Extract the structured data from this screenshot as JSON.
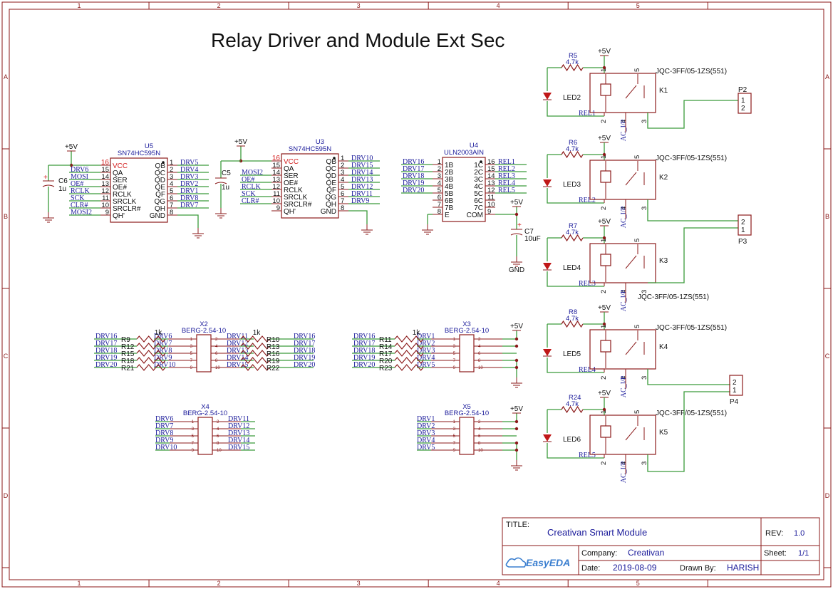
{
  "title": "Relay Driver and Module Ext Sec",
  "border": {
    "cols": [
      "1",
      "2",
      "3",
      "4",
      "5"
    ],
    "rows": [
      "A",
      "B",
      "C",
      "D"
    ]
  },
  "title_block": {
    "title_label": "TITLE:",
    "title_value": "Creativan Smart Module",
    "rev_label": "REV:",
    "rev_value": "1.0",
    "company_label": "Company:",
    "company_value": "Creativan",
    "sheet_label": "Sheet:",
    "sheet_value": "1/1",
    "date_label": "Date:",
    "date_value": "2019-08-09",
    "drawn_label": "Drawn By:",
    "drawn_value": "HARISH",
    "logo_text": "EasyEDA"
  },
  "u5": {
    "ref": "U5",
    "part": "SN74HC595N",
    "left_pins": [
      {
        "num": "16",
        "name": "VCC",
        "net": "",
        "red": true
      },
      {
        "num": "15",
        "name": "QA",
        "net": "DRV6"
      },
      {
        "num": "14",
        "name": "SER",
        "net": "MOSI"
      },
      {
        "num": "13",
        "name": "OE#",
        "net": "OE#"
      },
      {
        "num": "12",
        "name": "RCLK",
        "net": "RCLK"
      },
      {
        "num": "11",
        "name": "SRCLK",
        "net": "SCK"
      },
      {
        "num": "10",
        "name": "SRCLR#",
        "net": "CLR#"
      },
      {
        "num": "9",
        "name": "QH'",
        "net": "MOSI2"
      }
    ],
    "right_pins": [
      {
        "num": "1",
        "name": "QB",
        "net": "DRV5"
      },
      {
        "num": "2",
        "name": "QC",
        "net": "DRV4"
      },
      {
        "num": "3",
        "name": "QD",
        "net": "DRV3"
      },
      {
        "num": "4",
        "name": "QE",
        "net": "DRV2"
      },
      {
        "num": "5",
        "name": "QF",
        "net": "DRV1"
      },
      {
        "num": "6",
        "name": "QG",
        "net": "DRV8"
      },
      {
        "num": "7",
        "name": "QH",
        "net": "DRV7"
      },
      {
        "num": "8",
        "name": "GND",
        "net": ""
      }
    ],
    "power": "+5V"
  },
  "c6": {
    "ref": "C6",
    "value": "1u"
  },
  "u3": {
    "ref": "U3",
    "part": "SN74HC595N",
    "left_pins": [
      {
        "num": "16",
        "name": "VCC",
        "net": "",
        "red": true
      },
      {
        "num": "15",
        "name": "QA",
        "net": ""
      },
      {
        "num": "14",
        "name": "SER",
        "net": "MOSI2"
      },
      {
        "num": "13",
        "name": "OE#",
        "net": "OE#"
      },
      {
        "num": "12",
        "name": "RCLK",
        "net": "RCLK"
      },
      {
        "num": "11",
        "name": "SRCLK",
        "net": "SCK"
      },
      {
        "num": "10",
        "name": "SRCLR#",
        "net": "CLR#"
      },
      {
        "num": "9",
        "name": "QH'",
        "net": ""
      }
    ],
    "right_pins": [
      {
        "num": "1",
        "name": "QB",
        "net": "DRV10"
      },
      {
        "num": "2",
        "name": "QC",
        "net": "DRV15"
      },
      {
        "num": "3",
        "name": "QD",
        "net": "DRV14"
      },
      {
        "num": "4",
        "name": "QE",
        "net": "DRV13"
      },
      {
        "num": "5",
        "name": "QF",
        "net": "DRV12"
      },
      {
        "num": "6",
        "name": "QG",
        "net": "DRV11"
      },
      {
        "num": "7",
        "name": "QH",
        "net": "DRV9"
      },
      {
        "num": "8",
        "name": "GND",
        "net": ""
      }
    ],
    "power": "+5V"
  },
  "c5": {
    "ref": "C5",
    "value": "1u"
  },
  "u4": {
    "ref": "U4",
    "part": "ULN2003AIN",
    "left_pins": [
      {
        "num": "1",
        "name": "1B",
        "net": "DRV16"
      },
      {
        "num": "2",
        "name": "2B",
        "net": "DRV17"
      },
      {
        "num": "3",
        "name": "3B",
        "net": "DRV18"
      },
      {
        "num": "4",
        "name": "4B",
        "net": "DRV19"
      },
      {
        "num": "5",
        "name": "5B",
        "net": "DRV20"
      },
      {
        "num": "6",
        "name": "6B",
        "net": ""
      },
      {
        "num": "7",
        "name": "7B",
        "net": ""
      },
      {
        "num": "8",
        "name": "E",
        "net": ""
      }
    ],
    "right_pins": [
      {
        "num": "16",
        "name": "1C",
        "net": "REL1"
      },
      {
        "num": "15",
        "name": "2C",
        "net": "REL2"
      },
      {
        "num": "14",
        "name": "3C",
        "net": "REL3"
      },
      {
        "num": "13",
        "name": "4C",
        "net": "REL4"
      },
      {
        "num": "12",
        "name": "5C",
        "net": "REL5"
      },
      {
        "num": "11",
        "name": "6C",
        "net": ""
      },
      {
        "num": "10",
        "name": "7C",
        "net": ""
      },
      {
        "num": "9",
        "name": "COM",
        "net": ""
      }
    ]
  },
  "c7": {
    "ref": "C7",
    "value": "10uF",
    "power": "+5V",
    "gnd": "GND"
  },
  "x2": {
    "ref": "X2",
    "part": "BERG-2.54-10",
    "left_nets": [
      "DRV6",
      "DRV7",
      "DRV8",
      "DRV9",
      "DRV10"
    ],
    "right_nets": [
      "DRV11",
      "DRV12",
      "DRV13",
      "DRV14",
      "DRV15"
    ],
    "left_pins": [
      "1",
      "3",
      "5",
      "7",
      "9"
    ],
    "right_pins": [
      "2",
      "4",
      "6",
      "8",
      "10"
    ],
    "left_ext": [
      "DRV16",
      "DRV17",
      "DRV18",
      "DRV19",
      "DRV20"
    ],
    "left_res": [
      "R9",
      "R12",
      "R15",
      "R18",
      "R21"
    ],
    "right_ext": [
      "DRV16",
      "DRV17",
      "DRV18",
      "DRV19",
      "DRV20"
    ],
    "right_res": [
      "R10",
      "R13",
      "R16",
      "R19",
      "R22"
    ],
    "res_value": "1k"
  },
  "x3": {
    "ref": "X3",
    "part": "BERG-2.54-10",
    "left_nets": [
      "DRV1",
      "DRV2",
      "DRV3",
      "DRV4",
      "DRV5"
    ],
    "left_pins": [
      "1",
      "3",
      "5",
      "7",
      "9"
    ],
    "right_pins": [
      "2",
      "4",
      "6",
      "8",
      "10"
    ],
    "left_ext": [
      "DRV16",
      "DRV17",
      "DRV18",
      "DRV19",
      "DRV20"
    ],
    "left_res": [
      "R11",
      "R14",
      "R17",
      "R20",
      "R23"
    ],
    "res_value": "1k",
    "power": "+5V"
  },
  "x4": {
    "ref": "X4",
    "part": "BERG-2.54-10",
    "left_nets": [
      "DRV6",
      "DRV7",
      "DRV8",
      "DRV9",
      "DRV10"
    ],
    "right_nets": [
      "DRV11",
      "DRV12",
      "DRV13",
      "DRV14",
      "DRV15"
    ],
    "left_pins": [
      "1",
      "3",
      "5",
      "7",
      "9"
    ],
    "right_pins": [
      "2",
      "4",
      "6",
      "8",
      "10"
    ]
  },
  "x5": {
    "ref": "X5",
    "part": "BERG-2.54-10",
    "left_nets": [
      "DRV1",
      "DRV2",
      "DRV3",
      "DRV4",
      "DRV5"
    ],
    "left_pins": [
      "1",
      "3",
      "5",
      "7",
      "9"
    ],
    "right_pins": [
      "2",
      "4",
      "6",
      "8",
      "10"
    ],
    "power": "+5V"
  },
  "relays": [
    {
      "res": "R5",
      "res_val": "4.7k",
      "led": "LED2",
      "net": "REL1",
      "k": "K1",
      "part": "JQC-3FF/05-1ZS(551)",
      "power": "+5V",
      "ac": "AC_I/P",
      "pin4": "4"
    },
    {
      "res": "R6",
      "res_val": "4.7k",
      "led": "LED3",
      "net": "REL2",
      "k": "K2",
      "part": "JQC-3FF/05-1ZS(551)",
      "power": "+5V",
      "ac": "AC_I/P",
      "pin4": "4"
    },
    {
      "res": "R7",
      "res_val": "4.7k",
      "led": "LED4",
      "net": "REL3",
      "k": "K3",
      "part": "JQC-3FF/05-1ZS(551)",
      "power": "+5V",
      "ac": "AC_I/P",
      "pin4": "4"
    },
    {
      "res": "R8",
      "res_val": "4.7k",
      "led": "LED5",
      "net": "REL4",
      "k": "K4",
      "part": "JQC-3FF/05-1ZS(551)",
      "power": "+5V",
      "ac": "AC_I/P",
      "pin4": "4"
    },
    {
      "res": "R24",
      "res_val": "4.7k",
      "led": "LED6",
      "net": "REL5",
      "k": "K5",
      "part": "JQC-3FF/05-1ZS(551)",
      "power": "+5V",
      "ac": "AC_I/P",
      "pin4": "4"
    }
  ],
  "connectors": [
    {
      "ref": "P2",
      "pins": [
        "1",
        "2"
      ]
    },
    {
      "ref": "P3",
      "pins": [
        "2",
        "1"
      ]
    },
    {
      "ref": "P4",
      "pins": [
        "2",
        "1"
      ]
    }
  ]
}
